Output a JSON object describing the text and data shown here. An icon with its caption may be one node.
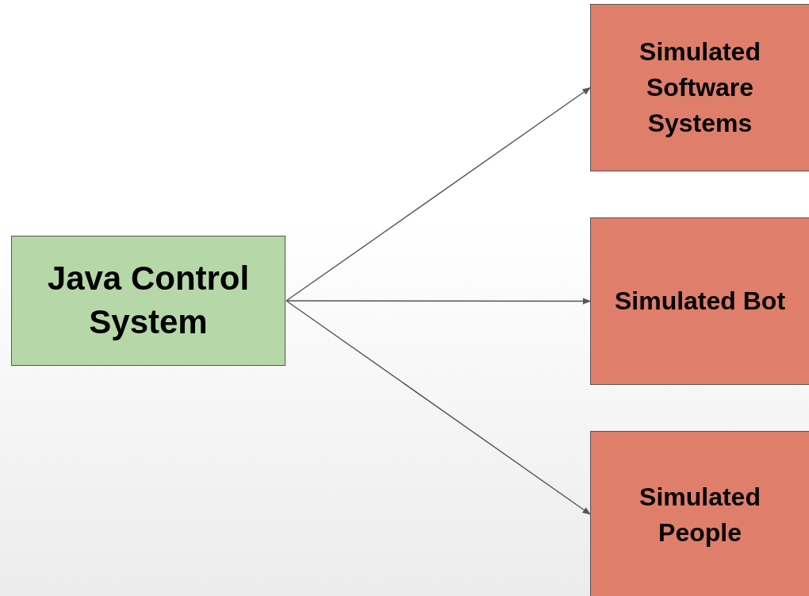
{
  "diagram": {
    "nodes": [
      {
        "text": [
          "Java Control System"
        ]
      },
      {
        "text": [
          "Simulated Software Systems"
        ]
      },
      {
        "text": [
          "Simulated Bot"
        ]
      },
      {
        "text": [
          "Simulated People"
        ]
      }
    ],
    "edges": [
      {
        "from": 0,
        "to": 1,
        "arrow": "to"
      },
      {
        "from": 0,
        "to": 2,
        "arrow": "to"
      },
      {
        "from": 0,
        "to": 3,
        "arrow": "to"
      }
    ]
  }
}
